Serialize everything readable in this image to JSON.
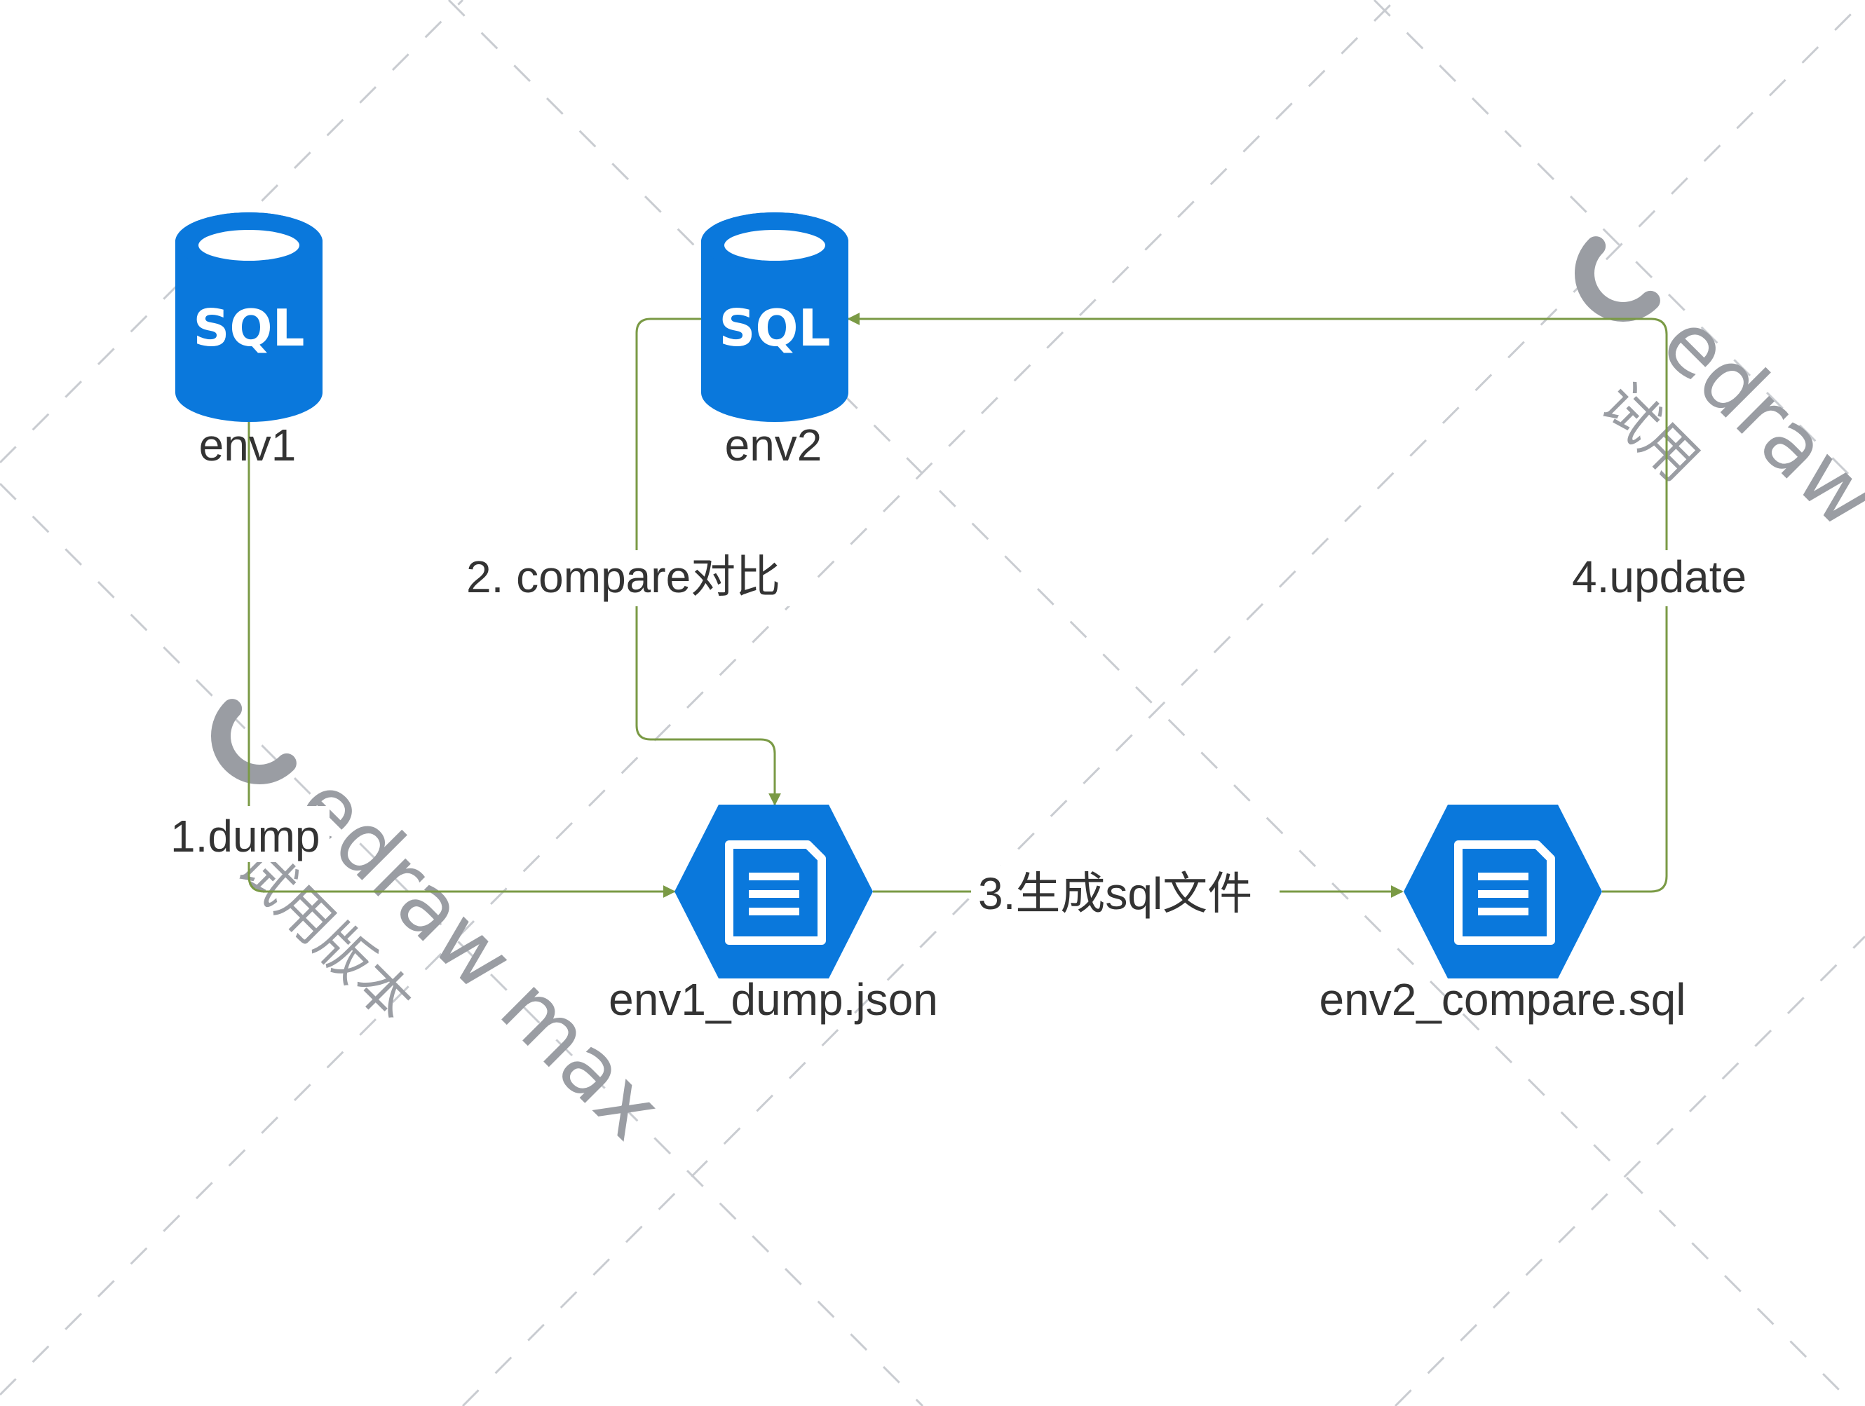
{
  "colors": {
    "accent": "#0a78dc",
    "edge": "#7a9a45",
    "watermark": "#9a9da3",
    "text": "#333333"
  },
  "nodes": {
    "env1": {
      "label": "env1",
      "badge": "SQL",
      "icon": "sql-database-icon"
    },
    "env2": {
      "label": "env2",
      "badge": "SQL",
      "icon": "sql-database-icon"
    },
    "dump_file": {
      "label": "env1_dump.json",
      "icon": "document-hexagon-icon"
    },
    "compare_file": {
      "label": "env2_compare.sql",
      "icon": "document-hexagon-icon"
    }
  },
  "edges": {
    "dump": "1.dump",
    "compare": "2. compare对比",
    "generate": "3.生成sql文件",
    "update": "4.update"
  },
  "watermark": {
    "brand": "edraw max",
    "subtitle": "试用版本",
    "brand_short": "edraw",
    "subtitle_short": "试用"
  }
}
